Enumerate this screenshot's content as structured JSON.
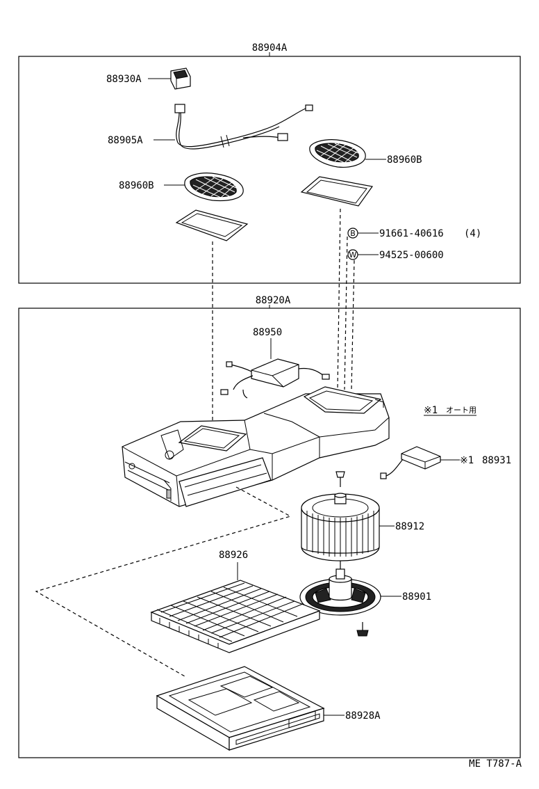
{
  "diagram": {
    "assemblies": {
      "upper": {
        "code": "88904A"
      },
      "lower": {
        "code": "88920A"
      }
    },
    "parts": {
      "switch": "88930A",
      "wire_harness": "88905A",
      "grille_right": "88960B",
      "grille_left": "88960B",
      "screw": "91661-40616",
      "screw_qty": "(4)",
      "screw_symbol": "B",
      "washer": "94525-00600",
      "washer_symbol": "W",
      "amplifier": "88950",
      "blower_fan": "88912",
      "motor": "88901",
      "filter": "88926",
      "filter_case": "88928A",
      "sensor": "88931",
      "sensor_mark": "※1"
    },
    "note": {
      "mark": "※1",
      "text": "オート用"
    },
    "figure_code": "ME T787-A"
  },
  "colors": {
    "ink": "#000000",
    "paper": "#ffffff"
  }
}
